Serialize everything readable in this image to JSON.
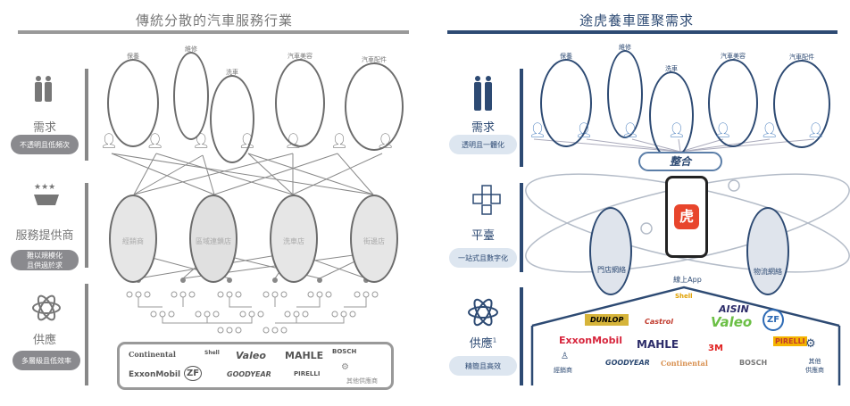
{
  "left": {
    "title": "傳統分散的汽車服務行業",
    "demand": {
      "label": "需求",
      "desc": "不透明且低頻次"
    },
    "services": [
      "保養",
      "維修",
      "洗車",
      "汽車美容",
      "汽車配件"
    ],
    "providers": {
      "label": "服務提供商",
      "desc_line1": "難以規模化",
      "desc_line2": "且供過於求",
      "shops": [
        "經銷商",
        "區域連鎖店",
        "洗車店",
        "街邊店"
      ]
    },
    "supply": {
      "label": "供應",
      "desc": "多層級且低效率",
      "logos": [
        "Continental",
        "Shell",
        "Valeo",
        "MAHLE",
        "BOSCH",
        "ExxonMobil",
        "ZF",
        "GOODYEAR",
        "PIRELLI"
      ],
      "other": "其他供應商"
    },
    "color": "#6c6c6c"
  },
  "right": {
    "title": "途虎養車匯聚需求",
    "demand": {
      "label": "需求",
      "desc": "透明且一體化"
    },
    "services": [
      "保養",
      "維修",
      "洗車",
      "汽車美容",
      "汽車配件"
    ],
    "integrate": "整合",
    "platform": {
      "label": "平臺",
      "desc": "一站式且數字化",
      "store": "門店網絡",
      "app": "線上App",
      "logistics": "物流網絡",
      "app_icon": "虎"
    },
    "supply": {
      "label": "供應",
      "footnote": "1",
      "desc": "精簡且高效",
      "logos": [
        "Shell",
        "AISIN",
        "DUNLOP",
        "Castrol",
        "Valeo",
        "ZF",
        "ExxonMobil",
        "MAHLE",
        "3M",
        "PIRELLI",
        "GOODYEAR",
        "Continental",
        "BOSCH"
      ],
      "distributor": "經銷商",
      "other_line1": "其他",
      "other_line2": "供應商"
    },
    "color": "#2d4a73"
  }
}
